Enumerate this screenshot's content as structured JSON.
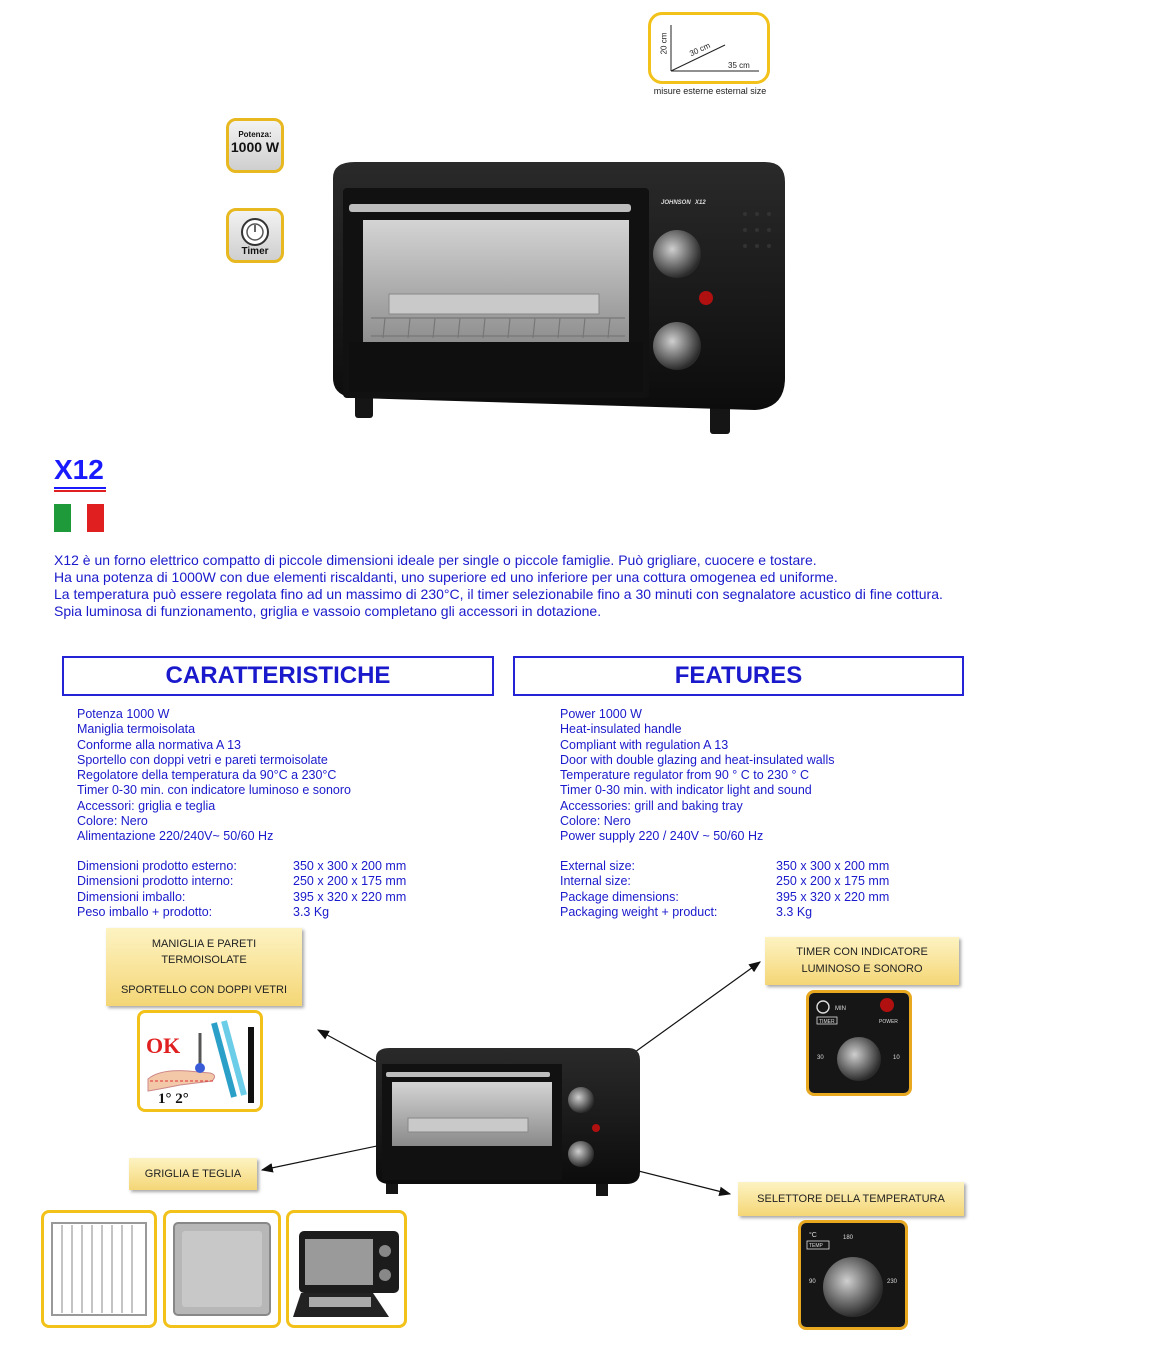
{
  "dimensions_badge": {
    "height": "20 cm",
    "depth": "30 cm",
    "width": "35 cm",
    "caption": "misure esterne  esternal size"
  },
  "icons": {
    "power_label_small": "Potenza:",
    "power_value": "1000 W",
    "timer_label": "Timer"
  },
  "oven_panel": {
    "brand": "JOHNSON",
    "model": "X12"
  },
  "model_title": "X12",
  "flag": {
    "colors": [
      "#1f9a3a",
      "#ffffff",
      "#e02020"
    ]
  },
  "intro": [
    "X12 è un forno elettrico compatto di piccole dimensioni ideale per single o piccole famiglie. Può grigliare, cuocere e tostare.",
    "Ha una potenza di 1000W con due elementi riscaldanti, uno superiore ed uno inferiore per una cottura omogenea ed uniforme.",
    "La temperatura può essere regolata fino ad un massimo di 230°C, il timer selezionabile fino a 30 minuti con segnalatore acustico di fine cottura.",
    "Spia luminosa di funzionamento, griglia e vassoio completano gli accessori in dotazione."
  ],
  "features_it": {
    "title": "CARATTERISTICHE",
    "items": [
      "Potenza 1000 W",
      "Maniglia termoisolata",
      "Conforme alla normativa A 13",
      "Sportello con doppi vetri e pareti termoisolate",
      "Regolatore della temperatura da 90°C a 230°C",
      "Timer 0-30 min. con indicatore luminoso e sonoro",
      "Accessori: griglia e teglia",
      "Colore: Nero",
      "Alimentazione 220/240V~ 50/60 Hz"
    ],
    "specs": [
      {
        "label": "Dimensioni prodotto esterno:",
        "value": "350 x 300 x 200 mm"
      },
      {
        "label": "Dimensioni prodotto interno:",
        "value": "250 x 200 x 175 mm"
      },
      {
        "label": "Dimensioni imballo:",
        "value": "395 x 320 x 220 mm"
      },
      {
        "label": "Peso imballo + prodotto:",
        "value": "3.3 Kg"
      }
    ]
  },
  "features_en": {
    "title": "FEATURES",
    "items": [
      "Power 1000 W",
      "Heat-insulated handle",
      "Compliant with regulation A 13",
      "Door with double glazing and heat-insulated walls",
      "Temperature regulator from 90 ° C to 230 ° C",
      "Timer 0-30 min. with indicator light and sound",
      "Accessories: grill and baking tray",
      "Colore: Nero",
      "Power supply 220 / 240V ~ 50/60 Hz"
    ],
    "specs": [
      {
        "label": "External size:",
        "value": "350 x 300 x 200 mm"
      },
      {
        "label": "Internal size:",
        "value": "250 x 200 x 175 mm"
      },
      {
        "label": "Package dimensions:",
        "value": "395 x 320 x 220 mm"
      },
      {
        "label": "Packaging weight + product:",
        "value": "3.3 Kg"
      }
    ]
  },
  "callouts": {
    "handle_line1": "MANIGLIA E PARETI",
    "handle_line2": "TERMOISOLATE",
    "handle_line3": "SPORTELLO CON DOPPI VETRI",
    "timer_line1": "TIMER CON INDICATORE",
    "timer_line2": "LUMINOSO E SONORO",
    "grill": "GRIGLIA E TEGLIA",
    "temperature": "SELETTORE DELLA TEMPERATURA"
  },
  "insulation_graphic": {
    "ok": "OK",
    "layers": "1° 2°"
  },
  "timer_closeup": {
    "min": "MIN",
    "timer": "TIMER",
    "power": "POWER",
    "tick_low": "30",
    "tick_high": "10"
  },
  "temp_closeup": {
    "unit": "°C",
    "temp": "TEMP",
    "t90": "90",
    "t180": "180",
    "t230": "230"
  }
}
